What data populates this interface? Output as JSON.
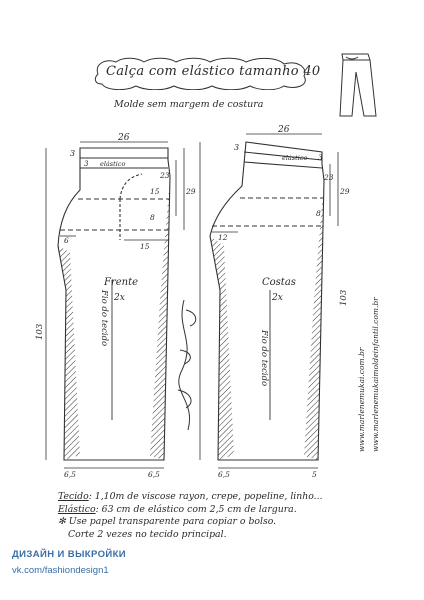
{
  "header": {
    "title": "Calça com elástico tamanho 40",
    "subtitle": "Molde sem margem de costura"
  },
  "front": {
    "label": "Frente",
    "qty": "2x",
    "grain": "Fio do tecido",
    "dims": {
      "top_width": "26",
      "waist_left": "3",
      "elastic": "elástico",
      "elastic_gap": "3",
      "h23": "23",
      "h15a": "15",
      "h29": "29",
      "h8": "8",
      "crotch_ext": "6",
      "h15b": "15",
      "inseam_len": "103",
      "hem_left": "6,5",
      "hem_right": "6,5"
    }
  },
  "back": {
    "label": "Costas",
    "qty": "2x",
    "grain": "Fio do tecido",
    "dims": {
      "top_width": "26",
      "waist_left": "3",
      "elastic": "elástico",
      "elastic_gap": "3",
      "h23": "23",
      "h29": "29",
      "h8": "8",
      "crotch_ext": "12",
      "inseam_len": "103",
      "hem_left": "6,5",
      "hem_right": "5"
    }
  },
  "side_urls": [
    "www.marlenemukai.com.br",
    "www.marlenemukaimoldeinfantil.com.br"
  ],
  "notes": {
    "fabric_label": "Tecido",
    "fabric_text": ": 1,10m de viscose rayon, crepe, popeline, linho...",
    "elastic_label": "Elástico",
    "elastic_text": ": 63 cm de elástico com 2,5 cm de largura.",
    "note1": "✻ Use papel transparente para copiar o bolso.",
    "note2": "Corte 2 vezes no tecido principal."
  },
  "watermark": {
    "line1": "ДИЗАЙН И ВЫКРОЙКИ",
    "line2": "vk.com/fashiondesign1",
    "color": "#3a6ea5"
  },
  "colors": {
    "ink": "#2a2a2a",
    "paper": "#ffffff"
  }
}
